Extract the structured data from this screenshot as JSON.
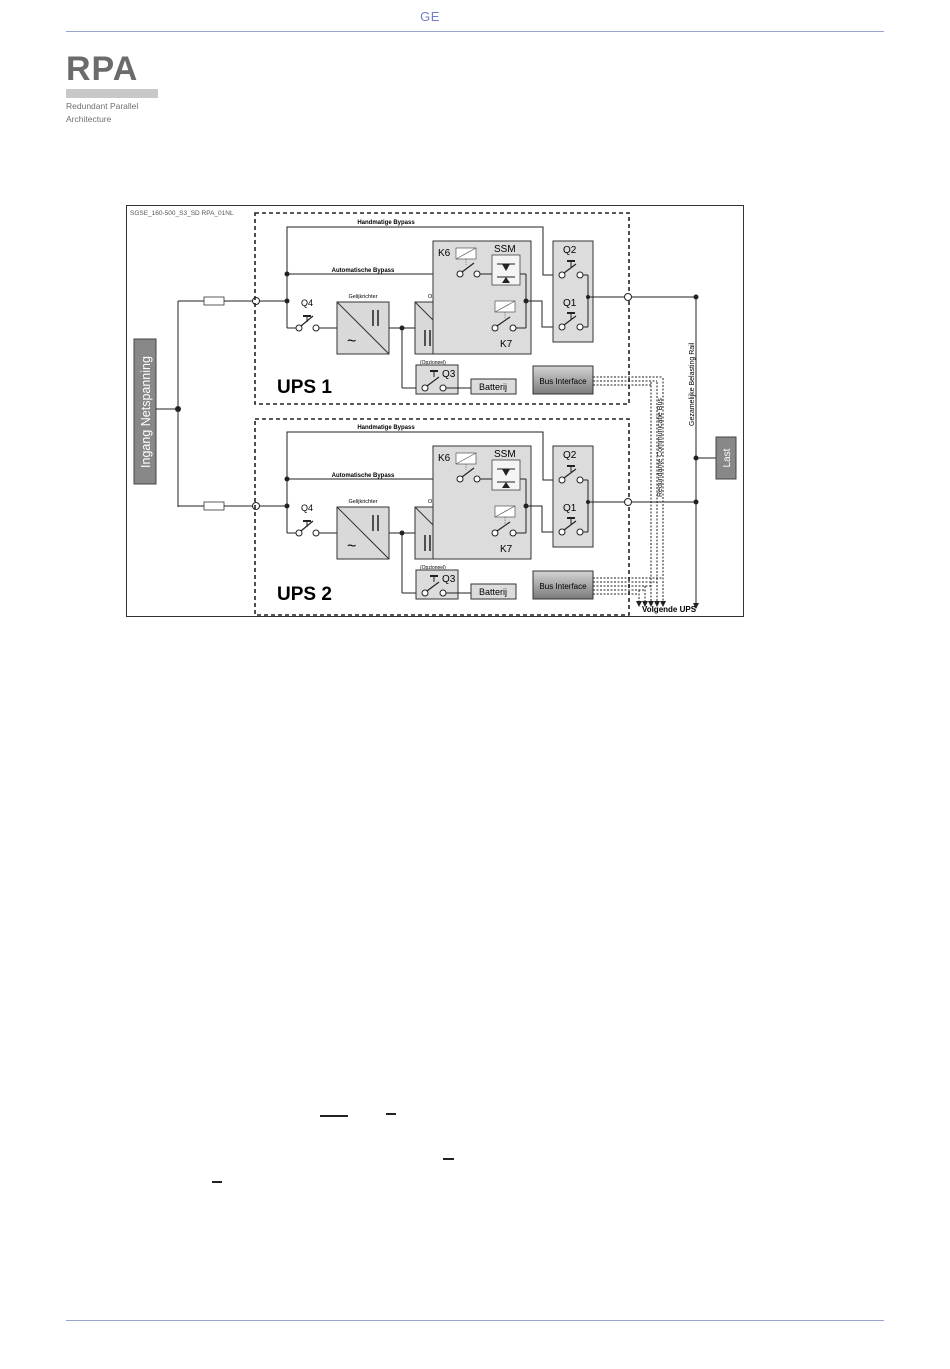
{
  "header": {
    "brand": "GE"
  },
  "logo": {
    "wordmark": "RPA",
    "subtitle_line1": "Redundant Parallel",
    "subtitle_line2": "Architecture"
  },
  "diagram": {
    "code": "SGSE_160-500_S3_SD RPA_01NL",
    "input_label": "Ingang Netspanning",
    "load_label": "Last",
    "shared_rail_label": "Gezamelijke Belasting Rail",
    "comm_bus_label": "Redundante Communicatie Bus",
    "next_ups_label": "Volgende UPS",
    "units": [
      {
        "name": "UPS 1",
        "manual_bypass": "Handmatige Bypass",
        "auto_bypass": "Automatische Bypass",
        "rectifier": "Gelijkrichter",
        "inverter": "Omvormer",
        "optional": "(Opzioneel)",
        "battery": "Batterij",
        "bus_interface": "Bus Interface",
        "q1": "Q1",
        "q2": "Q2",
        "q3": "Q3",
        "q4": "Q4",
        "k6": "K6",
        "k7": "K7",
        "ssm": "SSM"
      },
      {
        "name": "UPS 2",
        "manual_bypass": "Handmatige Bypass",
        "auto_bypass": "Automatische Bypass",
        "rectifier": "Gelijkrichter",
        "inverter": "Omvormer",
        "optional": "(Opzioneel)",
        "battery": "Batterij",
        "bus_interface": "Bus Interface",
        "q1": "Q1",
        "q2": "Q2",
        "q3": "Q3",
        "q4": "Q4",
        "k6": "K6",
        "k7": "K7",
        "ssm": "SSM"
      }
    ]
  }
}
